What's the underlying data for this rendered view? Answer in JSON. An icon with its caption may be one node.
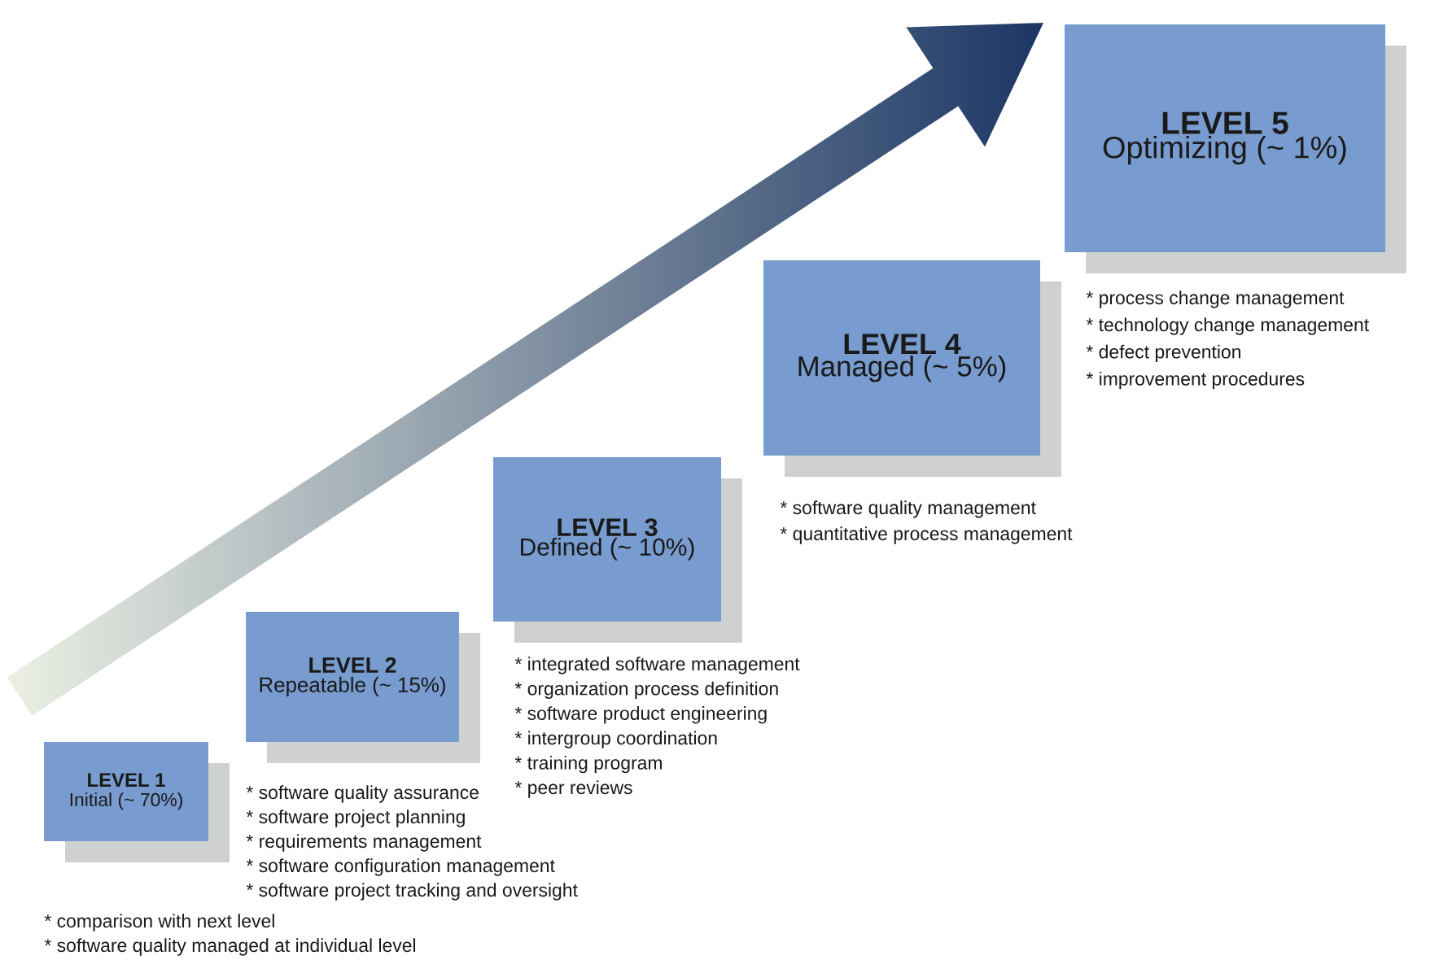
{
  "diagram": {
    "nodes": [
      {
        "text": [
          "LEVEL 1",
          "Initial (~ 70%)"
        ],
        "beside": [
          "* comparison with next level",
          "* software quality managed at individual level"
        ]
      },
      {
        "text": [
          "LEVEL 2",
          "Repeatable (~ 15%)"
        ],
        "beside": [
          "* software quality assurance",
          "* software project planning",
          "* requirements management",
          "* software configuration management",
          "* software project tracking and oversight"
        ]
      },
      {
        "text": [
          "LEVEL 3",
          "Defined (~ 10%)"
        ],
        "beside": [
          "* integrated software management",
          "* organization process definition",
          "* software product engineering",
          "* intergroup coordination",
          "* training program",
          "* peer reviews"
        ]
      },
      {
        "text": [
          "LEVEL 4",
          "Managed (~ 5%)"
        ],
        "beside": [
          "* software quality management",
          "* quantitative process management"
        ]
      },
      {
        "text": [
          "LEVEL 5",
          "Optimizing (~ 1%)"
        ],
        "beside": [
          "* process change management",
          "* technology change management",
          "* defect prevention",
          "* improvement procedures"
        ]
      }
    ]
  }
}
